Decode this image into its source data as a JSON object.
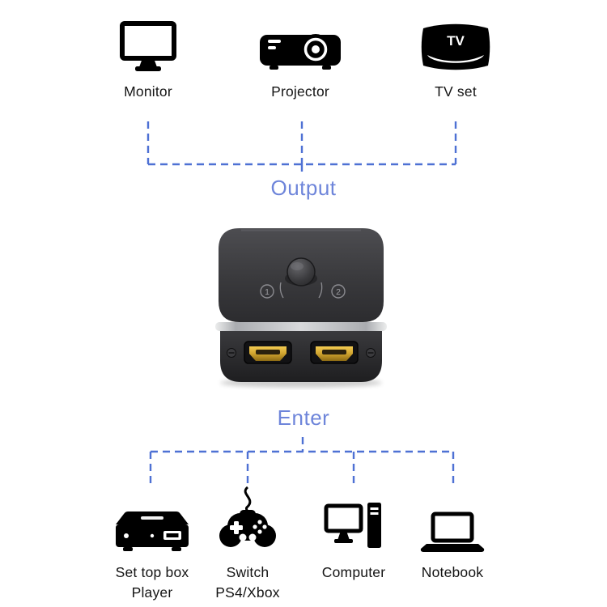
{
  "colors": {
    "accent_line": "#4e71d4",
    "accent_text": "#6e85da",
    "icon_color": "#000000",
    "device_body": "#39393c",
    "device_gold": "#cfa32e",
    "background": "#ffffff"
  },
  "output_section": {
    "title": "Output",
    "devices": [
      {
        "name": "monitor",
        "label": "Monitor"
      },
      {
        "name": "projector",
        "label": "Projector"
      },
      {
        "name": "tv-set",
        "label": "TV set",
        "icon_text": "TV"
      }
    ]
  },
  "switch_device": {
    "selector_numbers": [
      "1",
      "2"
    ]
  },
  "input_section": {
    "title": "Enter",
    "devices": [
      {
        "name": "set-top-box",
        "label": "Set top box",
        "label2": "Player"
      },
      {
        "name": "game-console",
        "label": "Switch",
        "label2": "PS4/Xbox"
      },
      {
        "name": "computer",
        "label": "Computer"
      },
      {
        "name": "notebook",
        "label": "Notebook"
      }
    ]
  }
}
